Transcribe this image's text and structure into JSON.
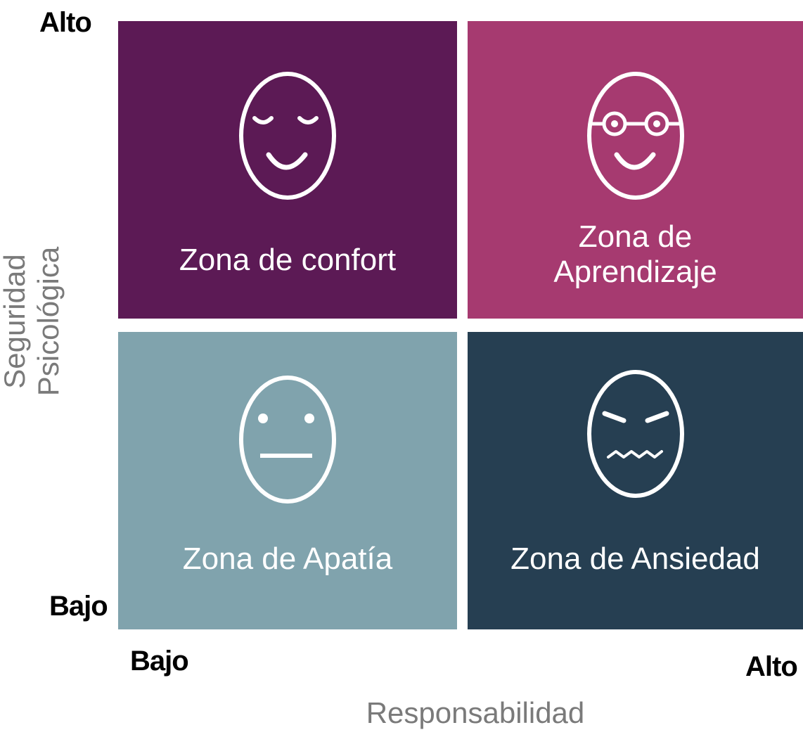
{
  "axes": {
    "y_title": "Seguridad\nPsicológica",
    "y_high": "Alto",
    "y_low": "Bajo",
    "x_title": "Responsabilidad",
    "x_low": "Bajo",
    "x_high": "Alto",
    "title_color": "#7a7a7a"
  },
  "quadrants": {
    "comfort": {
      "label": "Zona de confort",
      "color": "#5c1a55",
      "icon": "relaxed-face-icon"
    },
    "learning": {
      "label": "Zona de\nAprendizaje",
      "color": "#a63a70",
      "icon": "glasses-smiling-face-icon"
    },
    "apathy": {
      "label": "Zona de Apatía",
      "color": "#80a3ad",
      "icon": "neutral-face-icon"
    },
    "anxiety": {
      "label": "Zona de Ansiedad",
      "color": "#263f52",
      "icon": "anxious-face-icon"
    }
  }
}
